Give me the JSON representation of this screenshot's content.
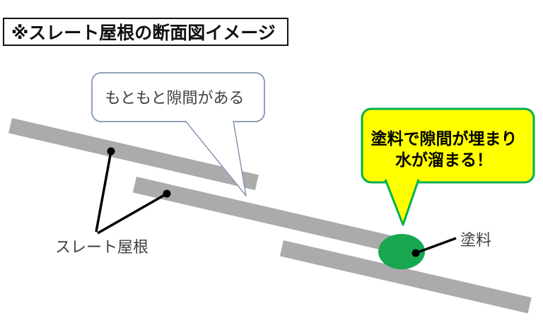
{
  "page": {
    "title_box": {
      "text": "※スレート屋根の断面図イメージ"
    },
    "gap_callout": {
      "text": "もともと隙間がある"
    },
    "paint_callout": {
      "line1": "塗料で隙間が埋まり",
      "line2": "水が溜まる！"
    },
    "labels": {
      "slate_roof": "スレート屋根",
      "paint": "塗料"
    },
    "colors": {
      "slate_gray": "#ababab",
      "paint_green": "#17a750",
      "callout_yellow": "#ffff00",
      "callout_green_border": "#00b050",
      "callout_blue_border": "#8496b0",
      "leader_black": "#000000",
      "text_dark": "#3f3f3f",
      "title_black": "#111111",
      "bubble_white": "#ffffff"
    }
  }
}
